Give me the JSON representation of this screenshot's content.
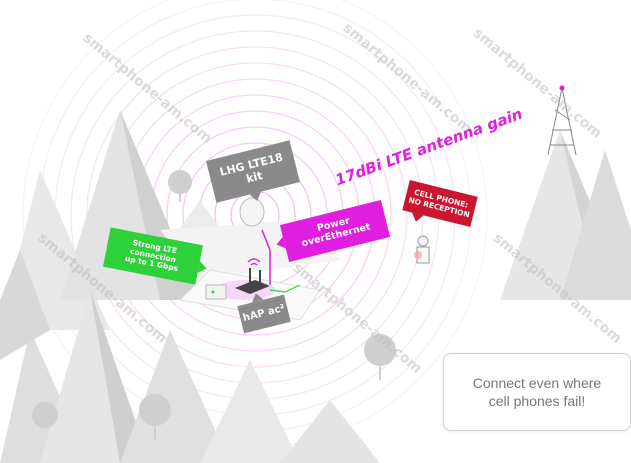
{
  "labels": {
    "lhg_kit": "LHG LTE18 kit",
    "antenna_gain": "17dBi LTE antenna gain",
    "poe": "Power overEthernet",
    "cell_phone_line1": "CELL PHONE:",
    "cell_phone_line2": "NO RECEPTION",
    "lte_line1": "Strong LTE connection",
    "lte_line2": "up to 1 Gbps",
    "hap": "hAP ac²"
  },
  "cta": {
    "line1": "Connect even where",
    "line2": "cell phones fail!"
  },
  "watermark": "smartphone-am.com",
  "colors": {
    "magenta": "#e01ee0",
    "green": "#2fd13a",
    "red": "#c8172e",
    "gray_label": "#8a8a8a"
  }
}
